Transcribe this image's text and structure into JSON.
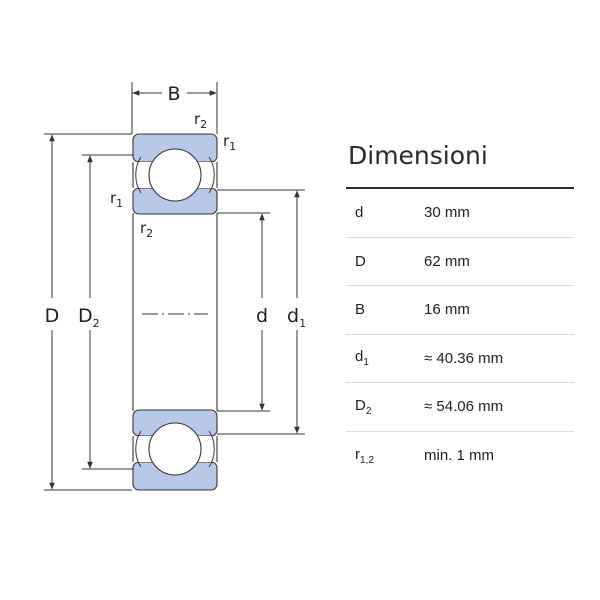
{
  "diagram": {
    "labels": {
      "B": "B",
      "D": "D",
      "D2": {
        "base": "D",
        "sub": "2"
      },
      "d": "d",
      "d1": {
        "base": "d",
        "sub": "1"
      },
      "r1_top": {
        "base": "r",
        "sub": "1"
      },
      "r2_top": {
        "base": "r",
        "sub": "2"
      },
      "r1_side": {
        "base": "r",
        "sub": "1"
      },
      "r2_side": {
        "base": "r",
        "sub": "2"
      }
    },
    "colors": {
      "ring_fill": "#b9c8e8",
      "line": "#333333"
    }
  },
  "table": {
    "title": "Dimensioni",
    "rows": [
      {
        "symbol": "d",
        "sub": "",
        "value": "30 mm"
      },
      {
        "symbol": "D",
        "sub": "",
        "value": "62 mm"
      },
      {
        "symbol": "B",
        "sub": "",
        "value": "16 mm"
      },
      {
        "symbol": "d",
        "sub": "1",
        "value": "≈ 40.36 mm"
      },
      {
        "symbol": "D",
        "sub": "2",
        "value": "≈ 54.06 mm"
      },
      {
        "symbol": "r",
        "sub": "1,2",
        "value": "min. 1 mm"
      }
    ]
  }
}
